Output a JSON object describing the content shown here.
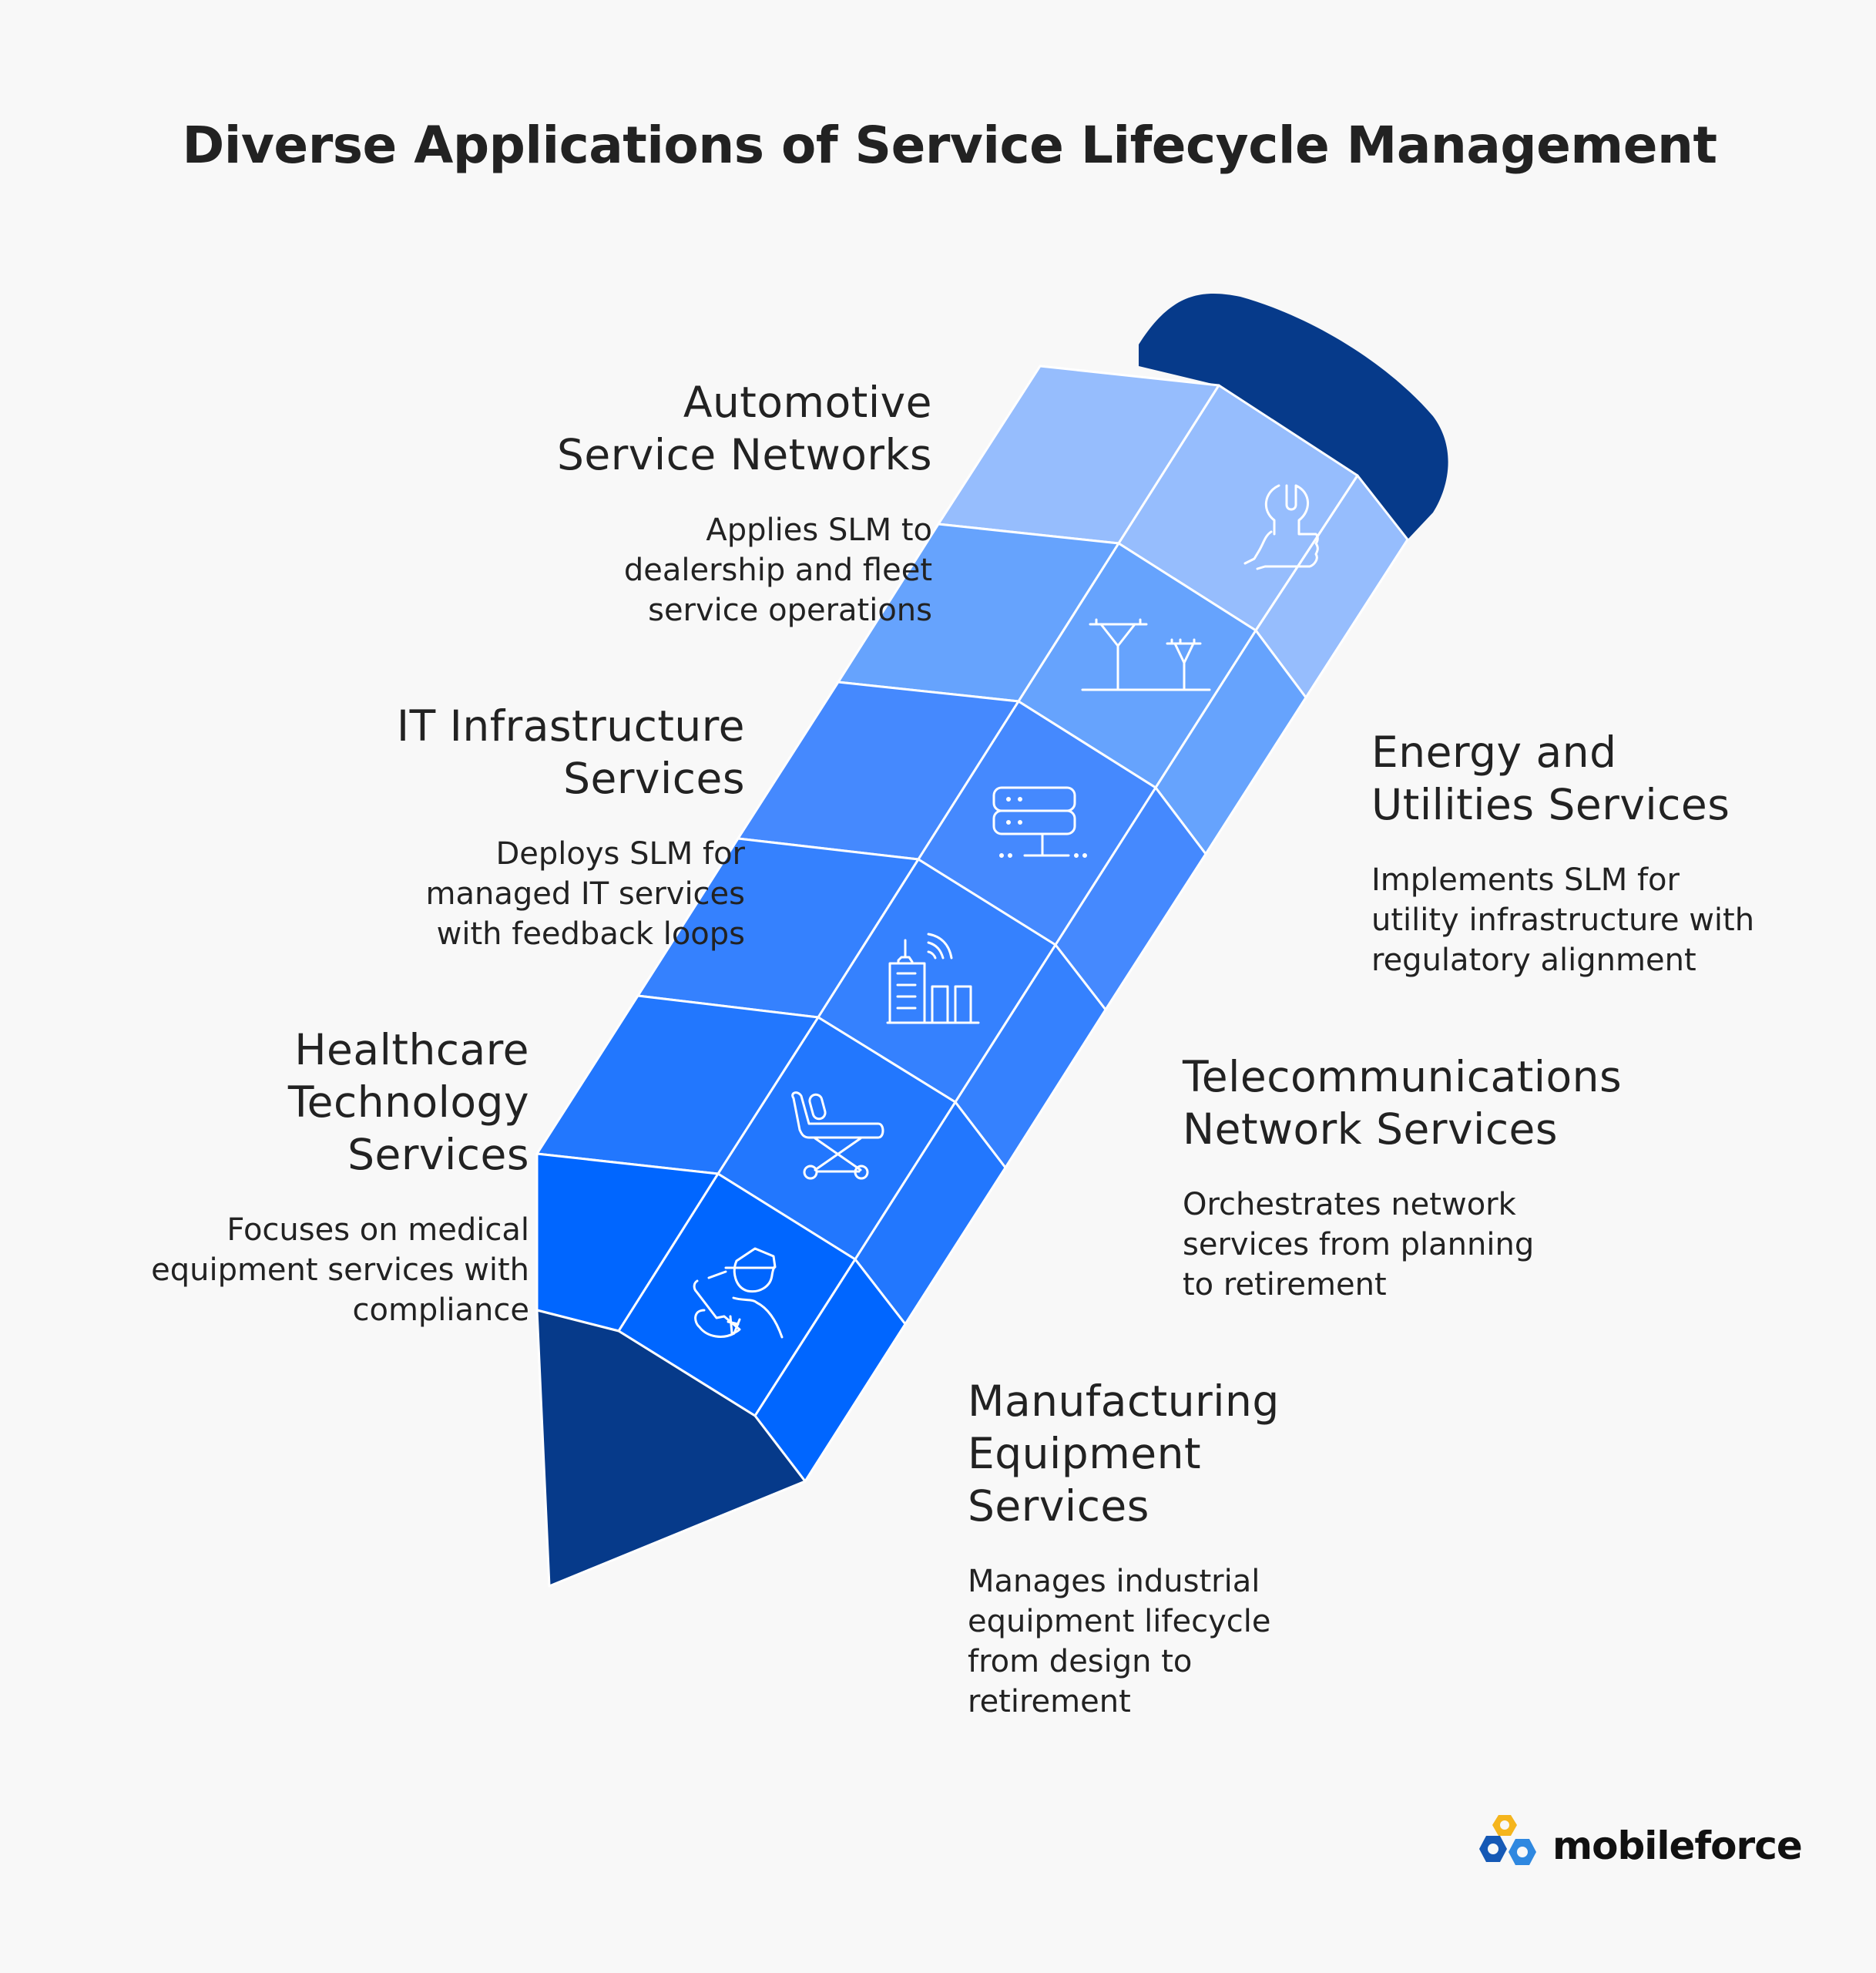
{
  "title": "Diverse Applications of Service Lifecycle Management",
  "colors": {
    "cap": "#063A8A",
    "bands": [
      "#96BDFD",
      "#66A3FD",
      "#4589FE",
      "#3581FE",
      "#2277FE",
      "#0066FF"
    ],
    "background": "#F8F8F8",
    "text": "#222222"
  },
  "items": [
    {
      "title_lines": [
        "Automotive",
        "Service Networks"
      ],
      "desc_lines": [
        "Applies SLM to",
        "dealership and fleet",
        "service operations"
      ],
      "icon": "wrench-hand-icon",
      "side": "left"
    },
    {
      "title_lines": [
        "Energy and",
        "Utilities Services"
      ],
      "desc_lines": [
        "Implements SLM for",
        "utility infrastructure with",
        "regulatory alignment"
      ],
      "icon": "power-pylon-icon",
      "side": "right"
    },
    {
      "title_lines": [
        "IT Infrastructure",
        "Services"
      ],
      "desc_lines": [
        "Deploys SLM for",
        "managed IT services",
        "with feedback loops"
      ],
      "icon": "server-network-icon",
      "side": "left"
    },
    {
      "title_lines": [
        "Telecommunications",
        "Network Services"
      ],
      "desc_lines": [
        "Orchestrates network",
        "services from planning",
        "to retirement"
      ],
      "icon": "building-signal-icon",
      "side": "right"
    },
    {
      "title_lines": [
        "Healthcare",
        "Technology",
        "Services"
      ],
      "desc_lines": [
        "Focuses on medical",
        "equipment services with",
        "compliance"
      ],
      "icon": "hospital-stretcher-icon",
      "side": "left"
    },
    {
      "title_lines": [
        "Manufacturing",
        "Equipment",
        "Services"
      ],
      "desc_lines": [
        "Manages industrial",
        "equipment lifecycle",
        "from design to",
        "retirement"
      ],
      "icon": "technician-icon",
      "side": "right"
    }
  ],
  "logo": {
    "text": "mobileforce"
  }
}
